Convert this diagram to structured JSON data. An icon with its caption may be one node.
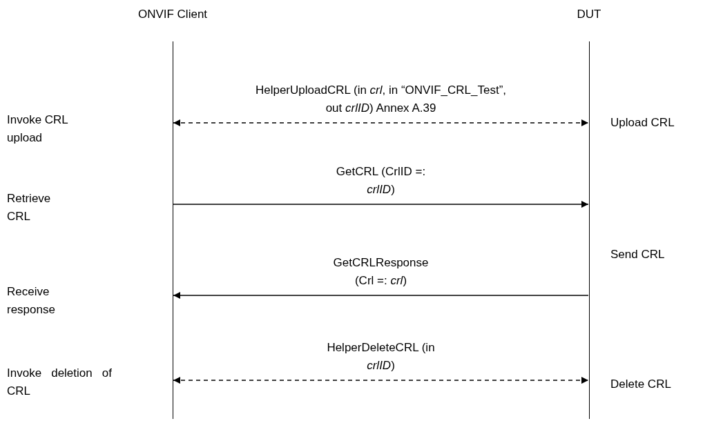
{
  "diagram": {
    "nodes": [
      {
        "text": [
          "ONVIF Client"
        ]
      },
      {
        "text": [
          "DUT"
        ]
      }
    ],
    "edges": [
      {
        "from": 0,
        "to": 1,
        "arrow": "both",
        "style": "dashed",
        "label": "HelperUploadCRL (in *crl*, in “ONVIF_CRL_Test”, out *crlID*) Annex A.39"
      },
      {
        "from": 0,
        "to": 1,
        "arrow": "to",
        "label": "GetCRL (CrlID =: *crlID*)"
      },
      {
        "from": 1,
        "to": 0,
        "arrow": "to",
        "label": "GetCRLResponse (Crl =: *crl*)"
      },
      {
        "from": 0,
        "to": 1,
        "arrow": "both",
        "style": "dashed",
        "label": "HelperDeleteCRL (in *crlID*)"
      }
    ],
    "labels": [
      "Invoke CRL upload",
      "Upload CRL",
      "Retrieve CRL",
      "Send CRL",
      "Receive response",
      "Invoke deletion of CRL",
      "Delete CRL"
    ]
  }
}
